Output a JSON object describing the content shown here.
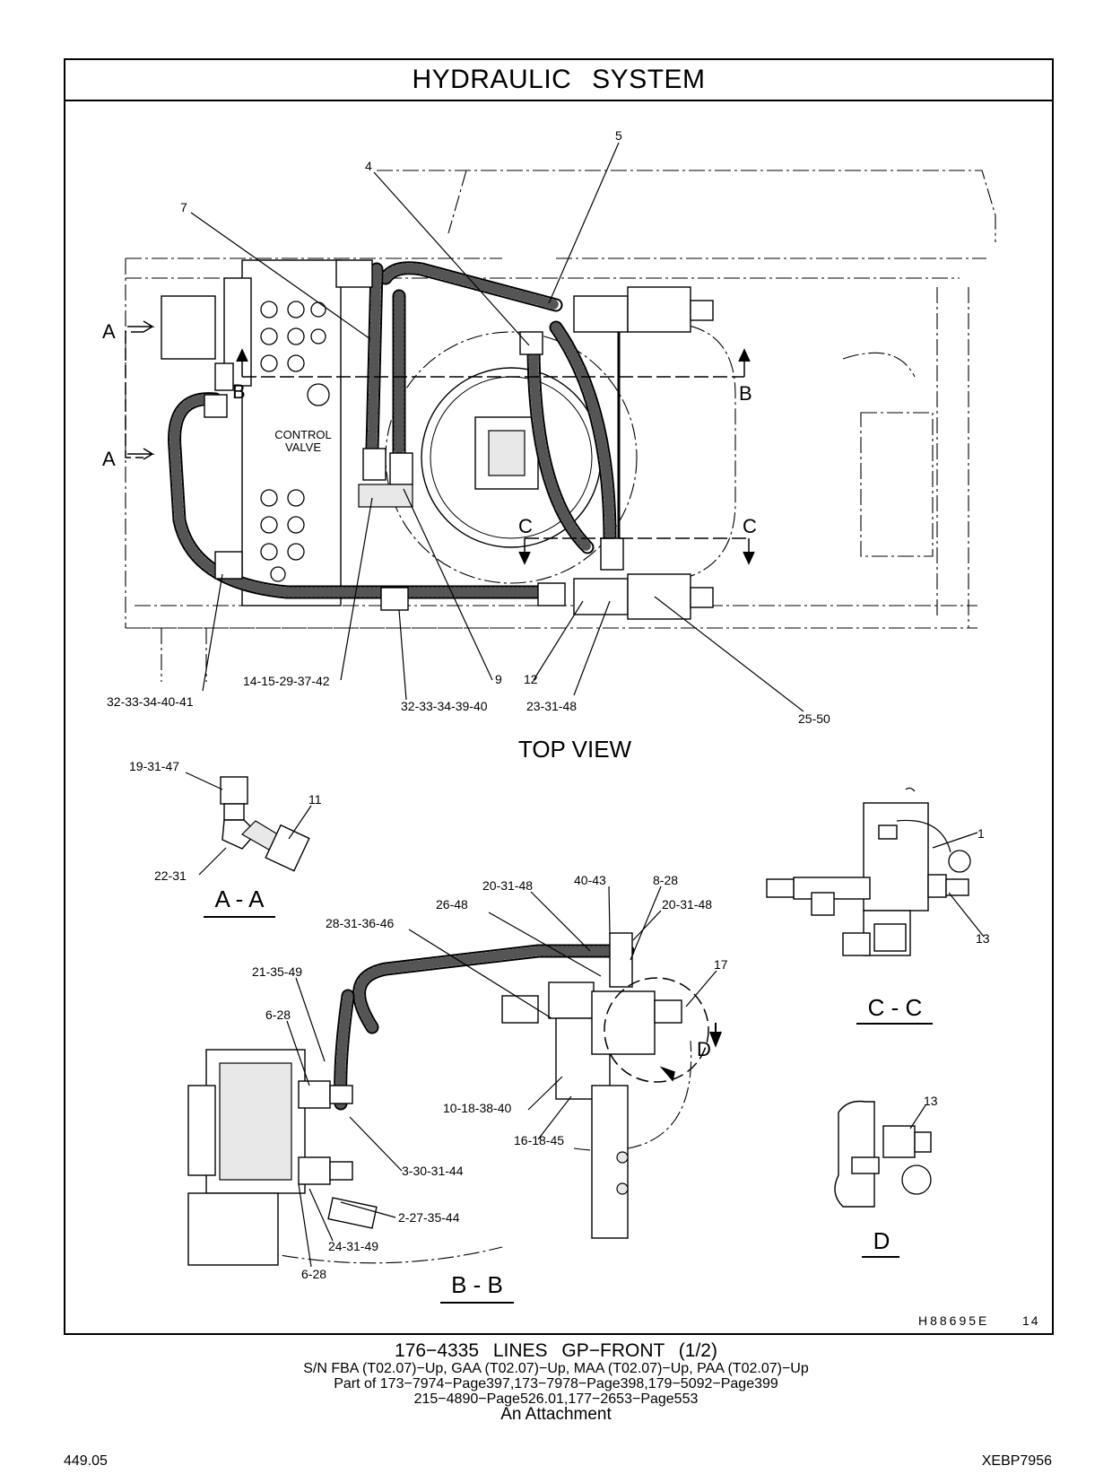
{
  "title": "HYDRAULIC SYSTEM",
  "views": {
    "top_view": "TOP VIEW",
    "section_aa": "A - A",
    "section_bb": "B - B",
    "section_cc": "C - C",
    "detail_d": "D"
  },
  "section_markers": [
    "A",
    "A",
    "B",
    "B",
    "C",
    "C",
    "D"
  ],
  "component_label": [
    "CONTROL",
    "VALVE"
  ],
  "callouts": {
    "top_view": [
      "5",
      "4",
      "7",
      "32-33-34-40-41",
      "14-15-29-37-42",
      "32-33-34-39-40",
      "9",
      "12",
      "23-31-48",
      "25-50"
    ],
    "section_aa": [
      "19-31-47",
      "11",
      "22-31"
    ],
    "section_bb": [
      "20-31-48",
      "40-43",
      "8-28",
      "26-48",
      "20-31-48",
      "28-31-36-46",
      "17",
      "21-35-49",
      "6-28",
      "10-18-38-40",
      "16-18-45",
      "3-30-31-44",
      "2-27-35-44",
      "24-31-49",
      "6-28"
    ],
    "section_cc": [
      "1",
      "13"
    ],
    "detail_d": [
      "13"
    ]
  },
  "illustration_code": "H88695E",
  "illustration_index": "14",
  "footer": {
    "title": "176−4335 LINES GP−FRONT (1/2)",
    "serials": "S/N FBA (T02.07)−Up, GAA (T02.07)−Up, MAA (T02.07)−Up, PAA (T02.07)−Up",
    "part_of_1": "Part of 173−7974−Page397,173−7978−Page398,179−5092−Page399",
    "part_of_2": "215−4890−Page526.01,177−2653−Page553",
    "attachment": "An Attachment"
  },
  "page_number": "449.05",
  "document_id": "XEBP7956"
}
